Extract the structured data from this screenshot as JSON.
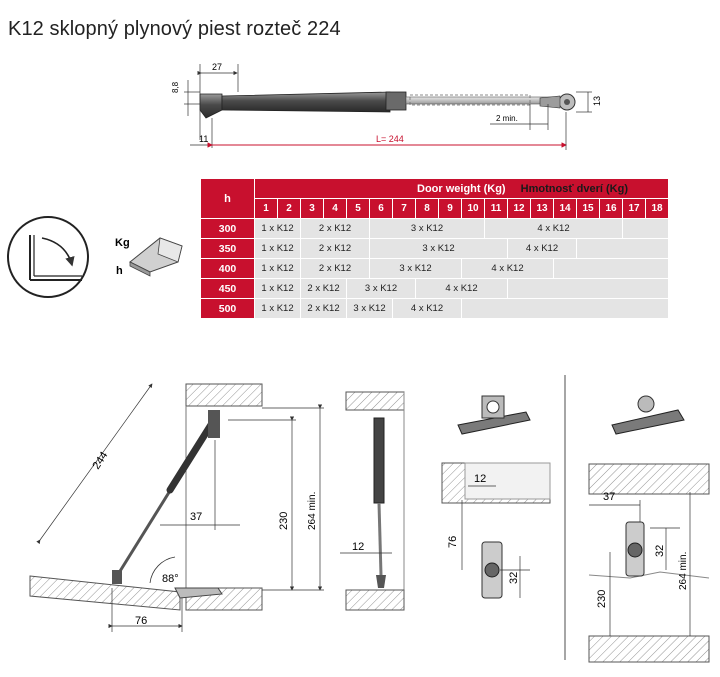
{
  "title": "K12 sklopný plynový piest rozteč 224",
  "top_drawing": {
    "dim_27": "27",
    "dim_8_8": "8,8",
    "dim_11": "11",
    "dim_l": "L= 244",
    "dim_2min": "2 min.",
    "dim_13": "13"
  },
  "icons": {
    "kg": "Kg",
    "h": "h"
  },
  "table": {
    "h_label": "h",
    "door_weight_label": "Door weight (Kg)",
    "hmotnost_label": "Hmotnosť dverí (Kg)",
    "columns": [
      "1",
      "2",
      "3",
      "4",
      "5",
      "6",
      "7",
      "8",
      "9",
      "10",
      "11",
      "12",
      "13",
      "14",
      "15",
      "16",
      "17",
      "18"
    ],
    "rows": [
      {
        "h": "300",
        "cells": [
          {
            "label": "1 x K12",
            "span": 2
          },
          {
            "label": "2 x K12",
            "span": 3
          },
          {
            "label": "3 x K12",
            "span": 5
          },
          {
            "label": "4 x K12",
            "span": 6
          },
          {
            "label": "",
            "span": 2
          }
        ]
      },
      {
        "h": "350",
        "cells": [
          {
            "label": "1 x K12",
            "span": 2
          },
          {
            "label": "2 x K12",
            "span": 3
          },
          {
            "label": "3 x K12",
            "span": 6
          },
          {
            "label": "4 x K12",
            "span": 3
          },
          {
            "label": "",
            "span": 4
          }
        ]
      },
      {
        "h": "400",
        "cells": [
          {
            "label": "1 x K12",
            "span": 2
          },
          {
            "label": "2 x K12",
            "span": 3
          },
          {
            "label": "3 x K12",
            "span": 4
          },
          {
            "label": "4 x K12",
            "span": 4
          },
          {
            "label": "",
            "span": 5
          }
        ]
      },
      {
        "h": "450",
        "cells": [
          {
            "label": "1 x K12",
            "span": 2
          },
          {
            "label": "2 x K12",
            "span": 2
          },
          {
            "label": "3 x K12",
            "span": 3
          },
          {
            "label": "4 x K12",
            "span": 4
          },
          {
            "label": "",
            "span": 7
          }
        ]
      },
      {
        "h": "500",
        "cells": [
          {
            "label": "1 x K12",
            "span": 2
          },
          {
            "label": "2 x K12",
            "span": 2
          },
          {
            "label": "3 x K12",
            "span": 2
          },
          {
            "label": "4 x K12",
            "span": 3
          },
          {
            "label": "",
            "span": 9
          }
        ]
      }
    ]
  },
  "bottom_drawing": {
    "d244": "244",
    "d37a": "37",
    "d230a": "230",
    "d264a": "264 min.",
    "d88": "88°",
    "d76a": "76",
    "d12a": "12",
    "d12b": "12",
    "d76b": "76",
    "d32a": "32",
    "d37b": "37",
    "d32b": "32",
    "d230b": "230",
    "d264b": "264 min."
  }
}
